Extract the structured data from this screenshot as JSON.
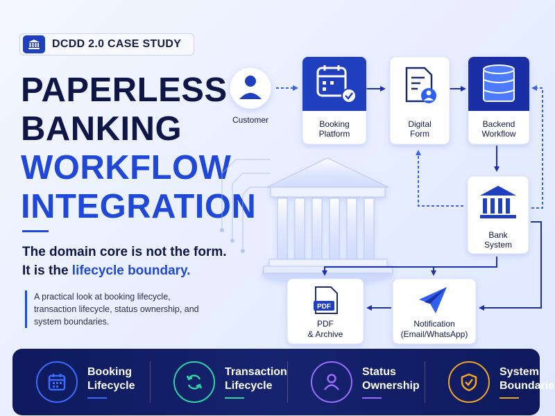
{
  "badge": {
    "text": "DCDD 2.0 CASE STUDY",
    "icon": "bank-icon"
  },
  "title": {
    "line1": "PAPERLESS",
    "line2": "BANKING",
    "line3": "WORKFLOW",
    "line4": "INTEGRATION"
  },
  "tagline": {
    "line1": "The domain core is not the form.",
    "line2_prefix": "It is the ",
    "line2_highlight": "lifecycle boundary."
  },
  "description": "A practical look at booking lifecycle, transaction lifecycle, status ownership, and system boundaries.",
  "nodes": {
    "customer": {
      "label": "Customer",
      "icon": "user-icon"
    },
    "booking_platform": {
      "label_1": "Booking",
      "label_2": "Platform",
      "icon": "calendar-check-icon"
    },
    "digital_form": {
      "label_1": "Digital",
      "label_2": "Form",
      "icon": "form-user-icon"
    },
    "backend_workflow": {
      "label_1": "Backend",
      "label_2": "Workflow",
      "icon": "database-icon"
    },
    "bank_system": {
      "label_1": "Bank",
      "label_2": "System",
      "icon": "bank-icon"
    },
    "notification": {
      "label_1": "Notification",
      "label_2": "(Email/WhatsApp)",
      "icon": "paper-plane-icon"
    },
    "pdf_archive": {
      "label_1": "PDF",
      "label_2": "& Archive",
      "icon": "pdf-file-icon",
      "icon_text": "PDF"
    }
  },
  "features": [
    {
      "line1": "Booking",
      "line2": "Lifecycle",
      "icon": "calendar-icon",
      "color": "#3b6cff"
    },
    {
      "line1": "Transaction",
      "line2": "Lifecycle",
      "icon": "refresh-icon",
      "color": "#2fd6a4"
    },
    {
      "line1": "Status",
      "line2": "Ownership",
      "icon": "user-icon",
      "color": "#9b6cff"
    },
    {
      "line1": "System",
      "line2": "Boundaries",
      "icon": "shield-check-icon",
      "color": "#f5a524"
    }
  ],
  "colors": {
    "accent": "#1f48d6",
    "navy": "#0d1646",
    "bar": "#0e1a5c"
  }
}
